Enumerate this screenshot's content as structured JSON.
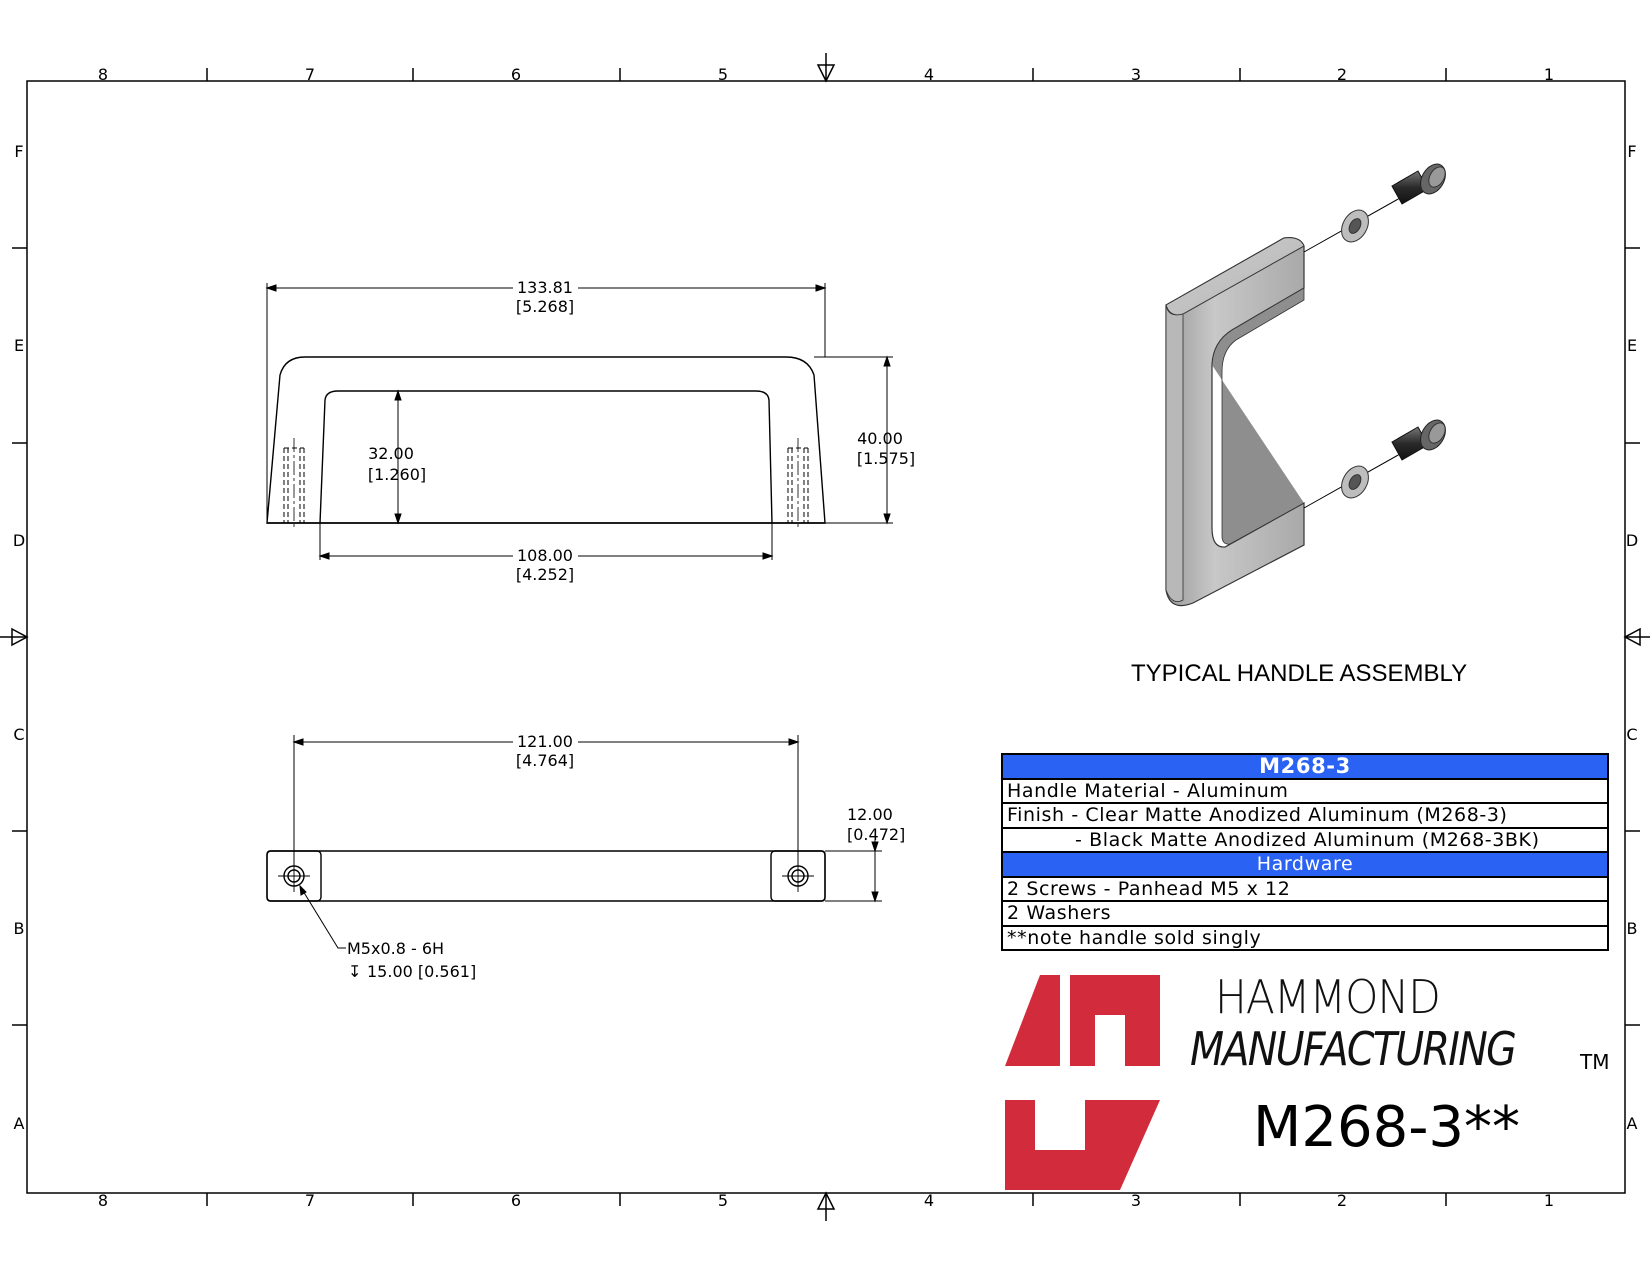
{
  "border": {
    "columns_top": [
      "8",
      "7",
      "6",
      "5",
      "4",
      "3",
      "2",
      "1"
    ],
    "columns_bottom": [
      "8",
      "7",
      "6",
      "5",
      "4",
      "3",
      "2",
      "1"
    ],
    "rows_left": [
      "F",
      "E",
      "D",
      "C",
      "B",
      "A"
    ],
    "rows_right": [
      "F",
      "E",
      "D",
      "C",
      "B",
      "A"
    ]
  },
  "front_view": {
    "overall_width": "133.81",
    "overall_width_in": "[5.268]",
    "inner_height": "32.00",
    "inner_height_in": "[1.260]",
    "overall_height": "40.00",
    "overall_height_in": "[1.575]",
    "inner_width": "108.00",
    "inner_width_in": "[4.252]"
  },
  "top_view": {
    "hole_spacing": "121.00",
    "hole_spacing_in": "[4.764]",
    "thickness": "12.00",
    "thickness_in": "[0.472]",
    "thread_callout": "M5x0.8 - 6H",
    "thread_depth": "15.00 [0.561]",
    "depth_symbol": "↧"
  },
  "assembly": {
    "title": "TYPICAL HANDLE ASSEMBLY"
  },
  "spec_table": {
    "title": "M268-3",
    "rows": [
      "Handle Material - Aluminum",
      "Finish - Clear Matte Anodized Aluminum (M268-3)",
      "- Black Matte Anodized Aluminum (M268-3BK)"
    ],
    "hardware_header": "Hardware",
    "hardware_rows": [
      "2 Screws - Panhead M5 x 12",
      "2 Washers",
      "**note handle sold singly"
    ]
  },
  "title_block": {
    "brand_line1": "HAMMOND",
    "brand_line2": "MANUFACTURING",
    "trademark": "TM",
    "part_number": "M268-3**"
  },
  "colors": {
    "table_header": "#2a62f4",
    "logo_red": "#d22b3b",
    "line": "#000000"
  }
}
